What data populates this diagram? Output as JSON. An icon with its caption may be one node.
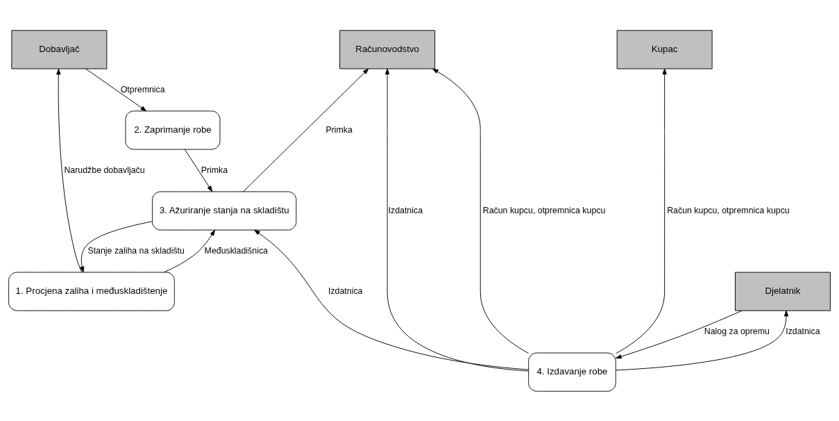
{
  "diagram": {
    "nodes": [
      {
        "text": [
          "Dobavljač"
        ]
      },
      {
        "text": [
          "Računovodstvo"
        ]
      },
      {
        "text": [
          "Kupac"
        ]
      },
      {
        "text": [
          "2. Zaprimanje robe"
        ]
      },
      {
        "text": [
          "3. Ažuriranje stanja na skladištu"
        ]
      },
      {
        "text": [
          "4. Izdavanje robe"
        ]
      },
      {
        "text": [
          "1. Procjena zaliha i međuskladištenje"
        ]
      },
      {
        "text": [
          "Djelatnik"
        ]
      }
    ],
    "edges": [
      {
        "from": 0,
        "to": 3,
        "arrow": "to",
        "label": "Otpremnica"
      },
      {
        "from": 6,
        "to": 0,
        "arrow": "to",
        "label": "Narudžbe dobavljaču"
      },
      {
        "from": 4,
        "to": 1,
        "arrow": "to",
        "label": "Primka"
      },
      {
        "from": 5,
        "to": 1,
        "arrow": "to",
        "label": "Izdatnica"
      },
      {
        "from": 5,
        "to": 1,
        "arrow": "to",
        "label": "Račun kupcu, otpremnica kupcu"
      },
      {
        "from": 5,
        "to": 2,
        "arrow": "to",
        "label": "Račun kupcu, otpremnica kupcu"
      },
      {
        "from": 3,
        "to": 4,
        "arrow": "to",
        "label": "Primka"
      },
      {
        "from": 6,
        "to": 4,
        "arrow": "to",
        "label": "Međuskladišnica"
      },
      {
        "from": 5,
        "to": 4,
        "arrow": "to",
        "label": "Izdatnica"
      },
      {
        "from": 5,
        "to": 7,
        "arrow": "to",
        "label": "Izdatnica"
      },
      {
        "from": 7,
        "to": 5,
        "arrow": "to",
        "label": "Nalog za opremu"
      },
      {
        "from": 4,
        "to": 6,
        "arrow": "to",
        "label": "Stanje zaliha na skladištu"
      }
    ]
  }
}
